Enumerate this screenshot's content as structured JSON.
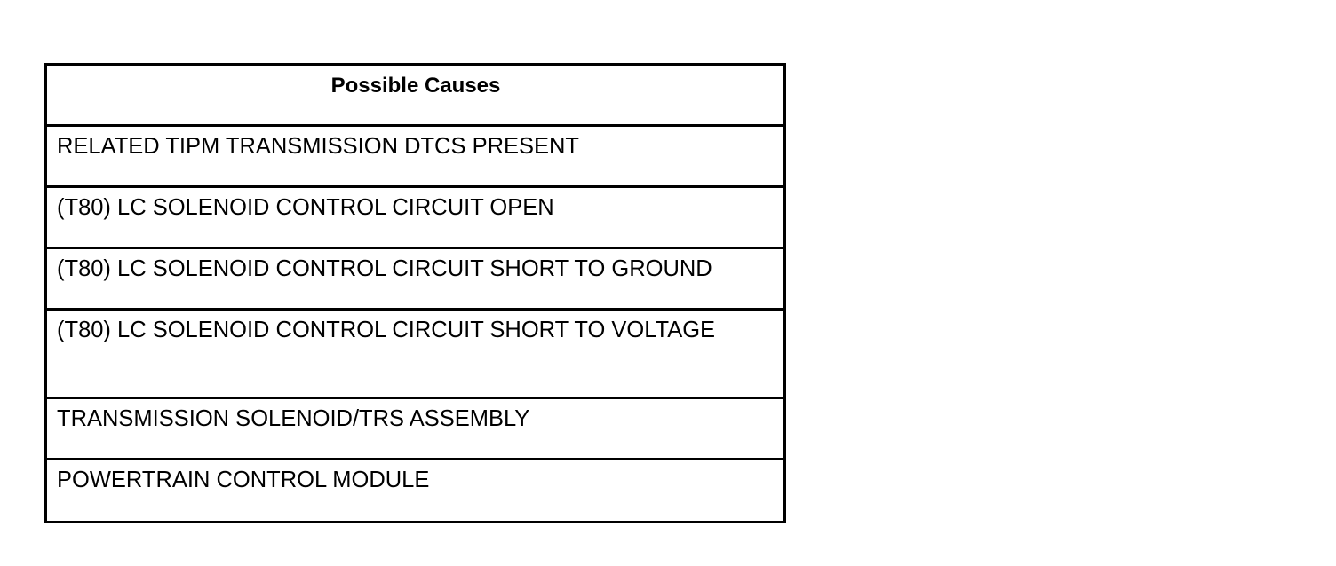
{
  "table": {
    "header": "Possible Causes",
    "rows": [
      "RELATED TIPM TRANSMISSION DTCS PRESENT",
      "(T80) LC SOLENOID CONTROL CIRCUIT OPEN",
      "(T80) LC SOLENOID CONTROL CIRCUIT SHORT TO GROUND",
      "(T80) LC SOLENOID CONTROL CIRCUIT SHORT TO VOLTAGE",
      "TRANSMISSION SOLENOID/TRS ASSEMBLY",
      "POWERTRAIN CONTROL MODULE"
    ]
  }
}
